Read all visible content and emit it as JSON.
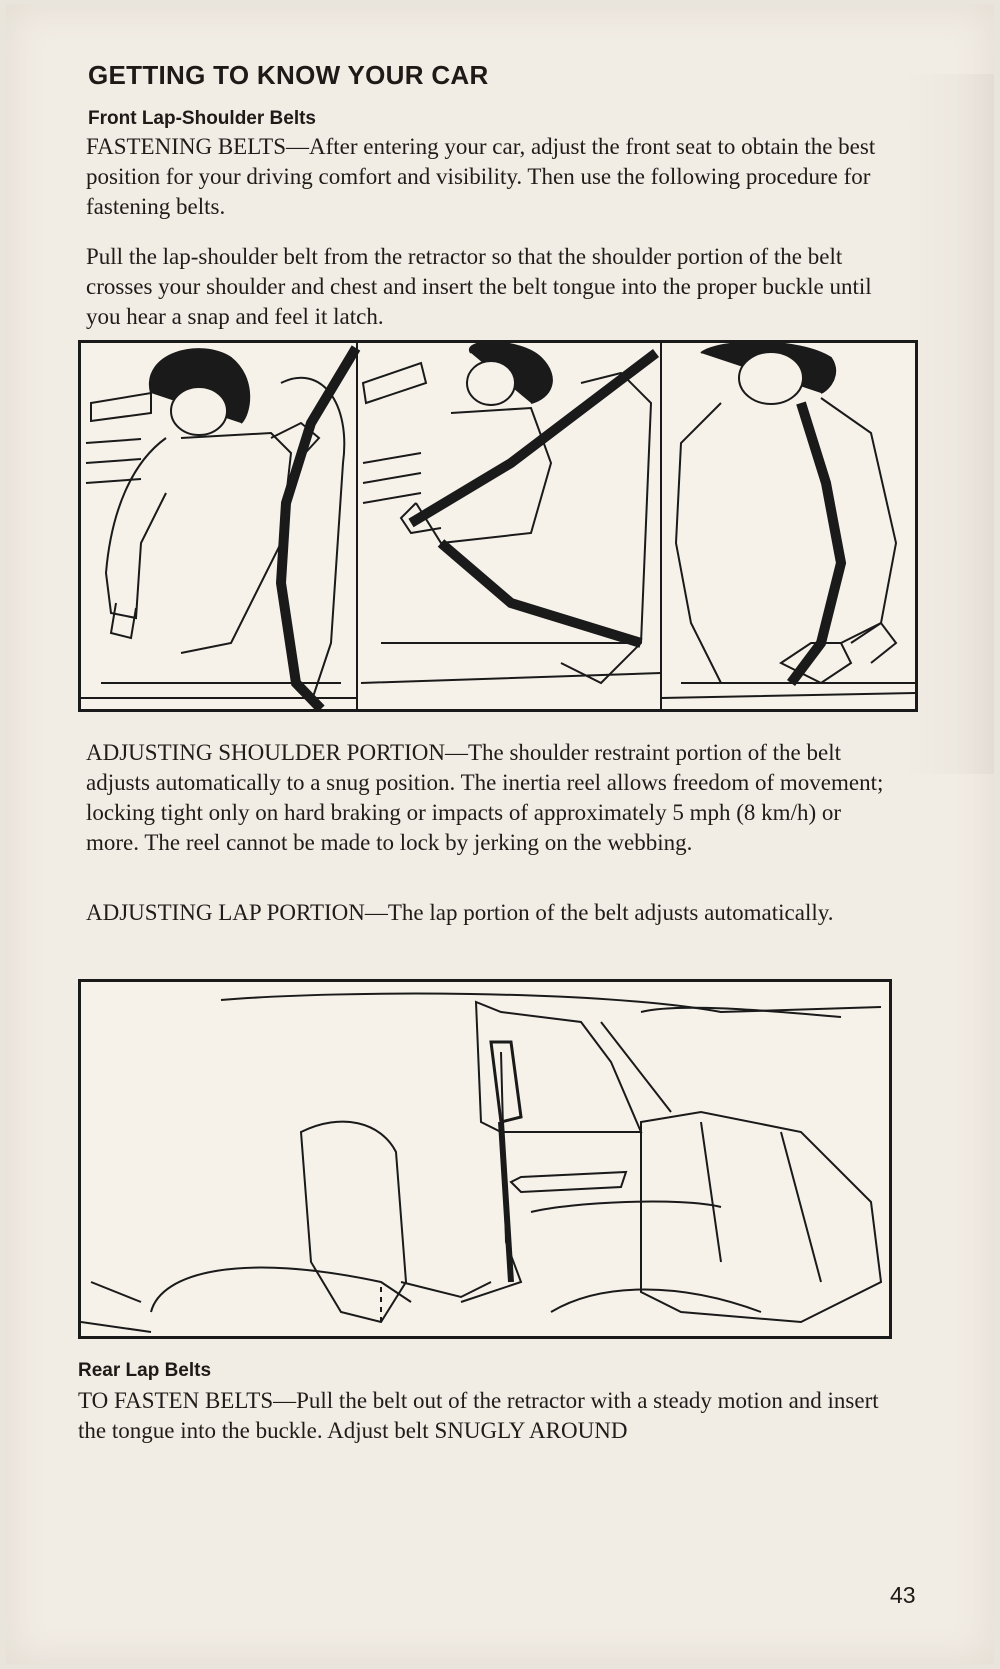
{
  "header": {
    "section_title": "GETTING TO KNOW YOUR CAR"
  },
  "front_belts": {
    "heading": "Front Lap-Shoulder Belts",
    "paragraph1": "FASTENING BELTS—After entering your car, adjust the front seat to obtain the best position for your driving comfort and visibility. Then use the following procedure for fastening belts.",
    "paragraph2": "Pull the lap-shoulder belt from the retractor so that the shoulder portion of the belt crosses your shoulder and chest and insert the belt tongue into the proper buckle until you hear a snap and feel it latch.",
    "paragraph3": "ADJUSTING SHOULDER PORTION—The shoulder restraint portion of the belt adjusts automatically to a snug position. The inertia reel allows freedom of movement; locking tight only on hard braking or impacts of approximately 5 mph (8 km/h) or more. The reel cannot be made to lock by jerking on the webbing.",
    "paragraph4": "ADJUSTING LAP PORTION—The lap portion of the belt adjusts automatically."
  },
  "rear_belts": {
    "heading": "Rear Lap Belts",
    "paragraph1": "TO FASTEN BELTS—Pull the belt out of the retractor with a steady motion and insert the tongue into the buckle. Adjust belt SNUGLY AROUND"
  },
  "footer": {
    "page_number": "43"
  }
}
